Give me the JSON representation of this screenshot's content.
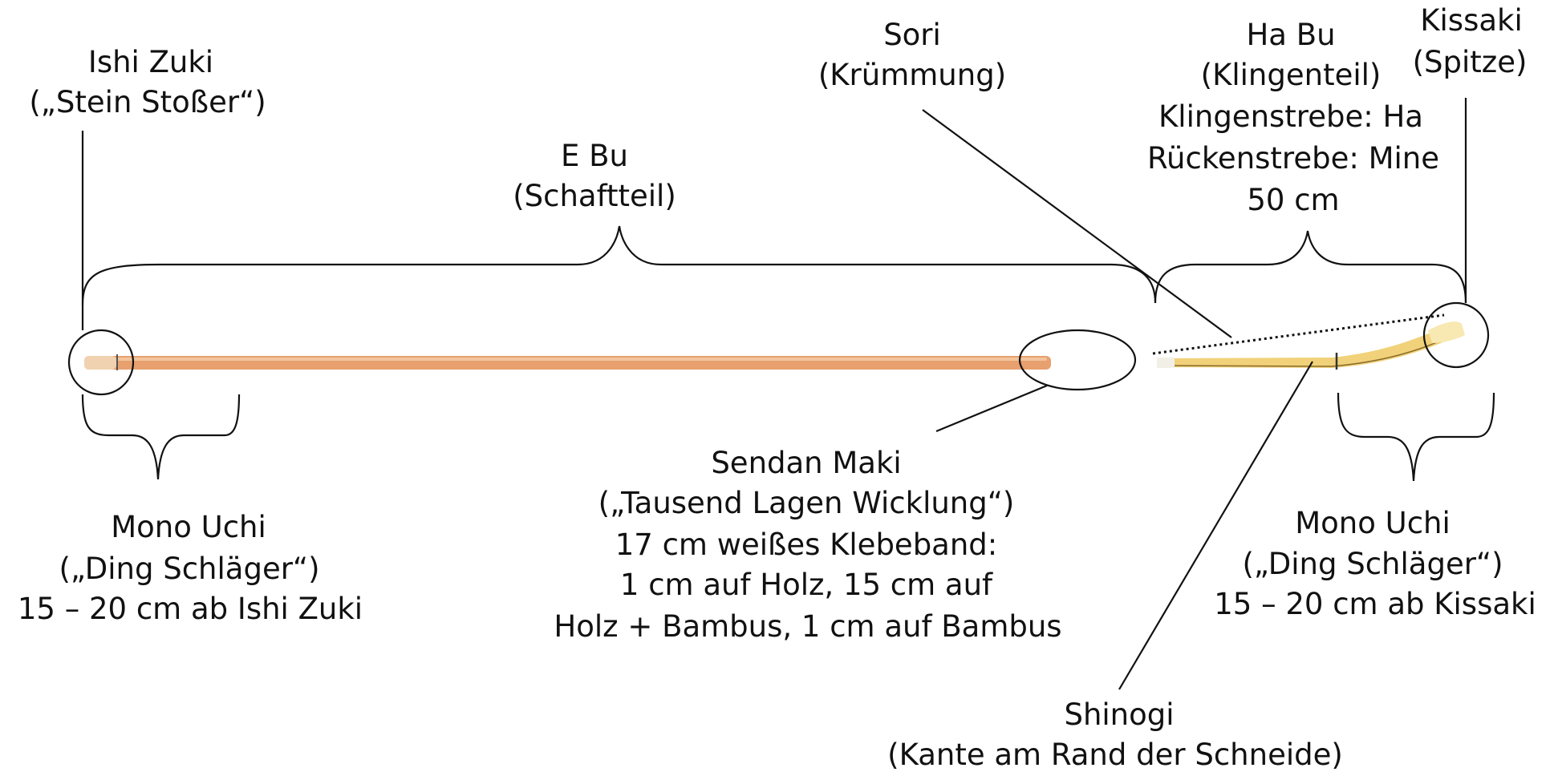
{
  "labels": {
    "ishi_zuki": [
      "Ishi Zuki",
      "(„Stein Stoßer“)"
    ],
    "e_bu": [
      "E Bu",
      "(Schaftteil)"
    ],
    "sori": [
      "Sori",
      "(Krümmung)"
    ],
    "ha_bu": [
      "Ha Bu",
      "(Klingenteil)",
      "Klingenstrebe: Ha",
      "Rückenstrebe: Mine",
      "50 cm"
    ],
    "kissaki": [
      "Kissaki",
      "(Spitze)"
    ],
    "mono_uchi_left": [
      "Mono Uchi",
      "(„Ding Schläger“)",
      "15 – 20 cm ab Ishi Zuki"
    ],
    "sendan_maki": [
      "Sendan Maki",
      "(„Tausend Lagen Wicklung“)",
      "17 cm weißes Klebeband:",
      "1 cm auf Holz, 15 cm auf",
      "Holz + Bambus, 1 cm auf Bambus"
    ],
    "mono_uchi_right": [
      "Mono Uchi",
      "(„Ding Schläger“)",
      "15 – 20 cm ab Kissaki"
    ],
    "shinogi": [
      "Shinogi",
      "(Kante am Rand der Schneide)"
    ]
  },
  "colors": {
    "wood": "#e7a06e",
    "wood_light": "#f2c49c",
    "bamboo": "#f1d27a",
    "bamboo_light": "#f8e8b2",
    "ink": "#111111"
  }
}
